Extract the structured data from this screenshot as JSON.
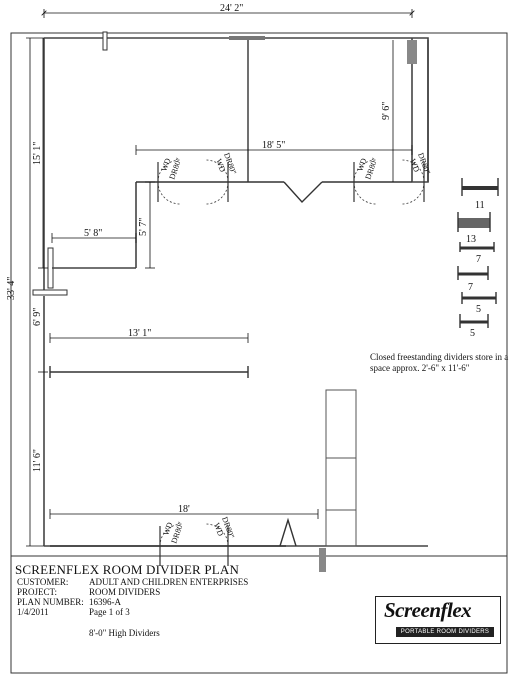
{
  "dimensions": {
    "top_width": "24' 2\"",
    "left_total": "33' 4\"",
    "left_upper": "15' 1\"",
    "left_middle": "6' 9\"",
    "left_lower": "11' 6\"",
    "right_upper": "9' 6\"",
    "span_upper": "18' 5\"",
    "alcove_width": "5' 8\"",
    "alcove_depth": "5' 7\"",
    "mid_span": "13' 1\"",
    "bottom_span": "18'"
  },
  "door_labels": {
    "wd": "WD",
    "dr80": "DR80\""
  },
  "stored_dividers": [
    "11",
    "13",
    "7",
    "7",
    "5",
    "5"
  ],
  "storage_note": "Closed freestanding dividers store in a space approx. 2'-6\" x 11'-6\"",
  "title_block": {
    "title": "SCREENFLEX ROOM DIVIDER PLAN",
    "customer_label": "CUSTOMER:",
    "customer": "ADULT AND CHILDREN ENTERPRISES",
    "project_label": "PROJECT:",
    "project": "ROOM DIVIDERS",
    "plan_number_label": "PLAN NUMBER:",
    "plan_number": "16396-A",
    "date": "1/4/2011",
    "page": "Page 1 of 3",
    "height_note": "8'-0\" High Dividers",
    "logo_word": "Screenflex",
    "logo_tagline": "PORTABLE ROOM DIVIDERS"
  }
}
